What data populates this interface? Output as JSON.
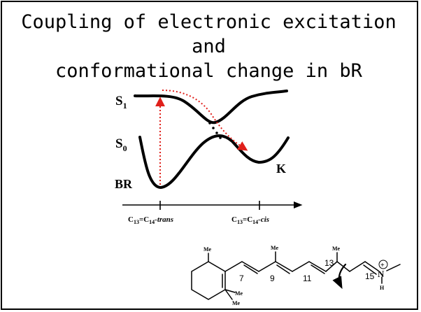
{
  "slide": {
    "title_line1": "Coupling of electronic excitation and",
    "title_line2": "conformational change in bR"
  },
  "diagram": {
    "states": {
      "s1_main": "S",
      "s1_sub": "1",
      "s0_main": "S",
      "s0_sub": "0",
      "br": "BR",
      "k": "K"
    },
    "axis": {
      "left_c1": "C",
      "left_c1_sub": "13",
      "left_eq": "=C",
      "left_c2_sub": "14",
      "left_suffix": "-trans",
      "right_c1": "C",
      "right_c1_sub": "13",
      "right_eq": "=C",
      "right_c2_sub": "14",
      "right_suffix": "-cis"
    },
    "arrow_color": "#e0201b"
  },
  "molecule": {
    "methyl_labels": [
      "Me",
      "Me",
      "Me",
      "Me",
      "Me"
    ],
    "numbers": [
      "7",
      "9",
      "11",
      "13",
      "15"
    ],
    "n_label": "N",
    "h_label": "H",
    "charge": "+"
  }
}
